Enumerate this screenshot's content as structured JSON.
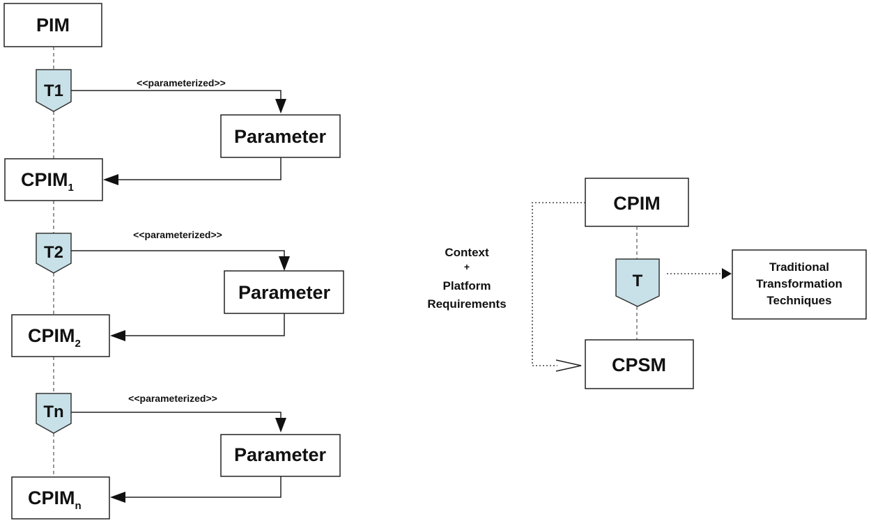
{
  "left_chain": {
    "pim": "PIM",
    "stages": [
      {
        "transform": "T1",
        "stereotype": "<<parameterized>>",
        "parameter": "Parameter",
        "output": "CPIM",
        "output_sub": "1"
      },
      {
        "transform": "T2",
        "stereotype": "<<parameterized>>",
        "parameter": "Parameter",
        "output": "CPIM",
        "output_sub": "2"
      },
      {
        "transform": "Tn",
        "stereotype": "<<parameterized>>",
        "parameter": "Parameter",
        "output": "CPIM",
        "output_sub": "n"
      }
    ]
  },
  "right_flow": {
    "source": "CPIM",
    "transform": "T",
    "target": "CPSM",
    "context_lines": [
      "Context",
      "+",
      "Platform",
      "Requirements"
    ],
    "traditional_lines": [
      "Traditional",
      "Transformation",
      "Techniques"
    ]
  },
  "colors": {
    "transform_fill": "#c8e1e8",
    "box_fill": "#ffffff",
    "stroke": "#222222"
  }
}
